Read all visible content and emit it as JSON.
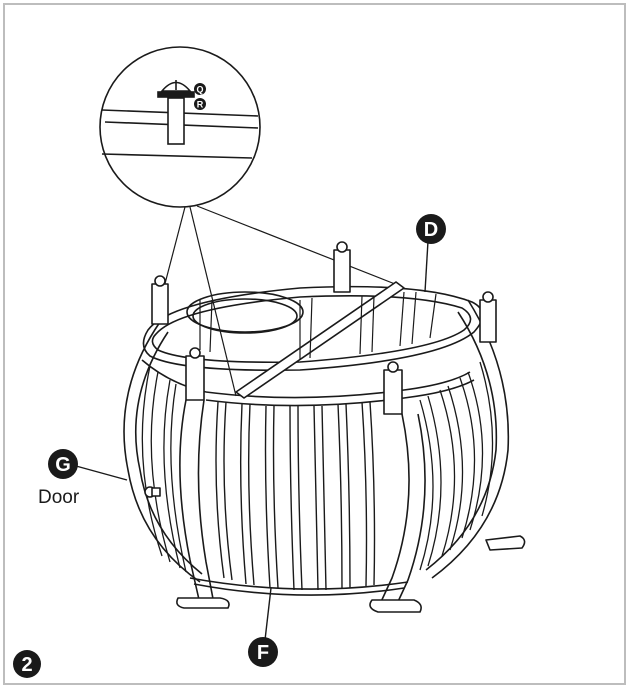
{
  "step": {
    "number": "2"
  },
  "callouts": {
    "fastener_top": "Q",
    "fastener_bottom": "R",
    "part_d": "D",
    "part_f": "F",
    "part_g": "G",
    "part_g_caption": "Door"
  },
  "colors": {
    "line": "#1a1a1a",
    "frame": "#bdbdbd",
    "background": "#ffffff"
  }
}
